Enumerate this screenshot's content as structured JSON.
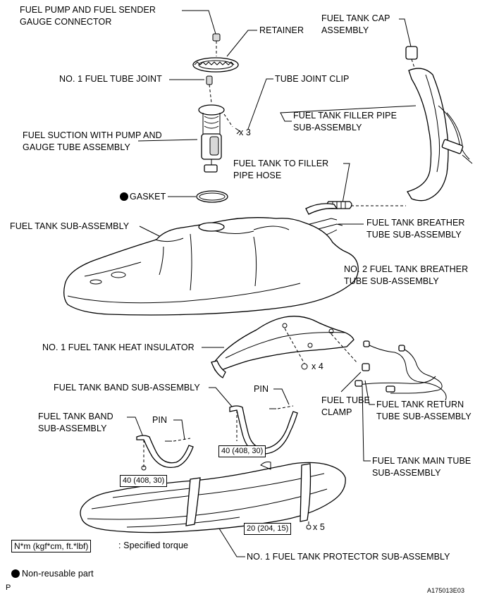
{
  "labels": {
    "fuel_pump_connector": [
      "FUEL PUMP AND FUEL SENDER",
      "GAUGE CONNECTOR"
    ],
    "retainer": "RETAINER",
    "fuel_tank_cap": [
      "FUEL TANK CAP",
      "ASSEMBLY"
    ],
    "no1_fuel_tube_joint": "NO. 1 FUEL TUBE JOINT",
    "tube_joint_clip": "TUBE JOINT CLIP",
    "filler_pipe": [
      "FUEL TANK FILLER PIPE",
      "SUB-ASSEMBLY"
    ],
    "fuel_suction": [
      "FUEL SUCTION WITH PUMP AND",
      "GAUGE TUBE ASSEMBLY"
    ],
    "clip_qty": "x 3",
    "filler_hose": [
      "FUEL TANK TO FILLER",
      "PIPE HOSE"
    ],
    "gasket": "GASKET",
    "fuel_tank_sub": "FUEL TANK SUB-ASSEMBLY",
    "breather_tube": [
      "FUEL TANK BREATHER",
      "TUBE SUB-ASSEMBLY"
    ],
    "no2_breather_tube": [
      "NO. 2 FUEL TANK BREATHER",
      "TUBE SUB-ASSEMBLY"
    ],
    "heat_insulator": "NO. 1 FUEL TANK HEAT INSULATOR",
    "insulator_qty": "x 4",
    "band_sub_right": "FUEL TANK BAND SUB-ASSEMBLY",
    "pin_right": "PIN",
    "band_sub_left": [
      "FUEL TANK BAND",
      "SUB-ASSEMBLY"
    ],
    "pin_left": "PIN",
    "fuel_tube_clamp": [
      "FUEL TUBE",
      "CLAMP"
    ],
    "return_tube": [
      "FUEL TANK RETURN",
      "TUBE SUB-ASSEMBLY"
    ],
    "main_tube": [
      "FUEL TANK MAIN TUBE",
      "SUB-ASSEMBLY"
    ],
    "protector_qty": "x 5",
    "protector": "NO. 1 FUEL TANK PROTECTOR SUB-ASSEMBLY"
  },
  "torques": {
    "band_right": "40 (408, 30)",
    "band_left": "40 (408, 30)",
    "protector": "20 (204, 15)"
  },
  "legend": {
    "torque_unit": "N*m (kgf*cm, ft.*lbf)",
    "torque_desc": ": Specified torque",
    "non_reusable": "Non-reusable part"
  },
  "footer": {
    "page_mark": "P",
    "figure_id": "A175013E03"
  }
}
